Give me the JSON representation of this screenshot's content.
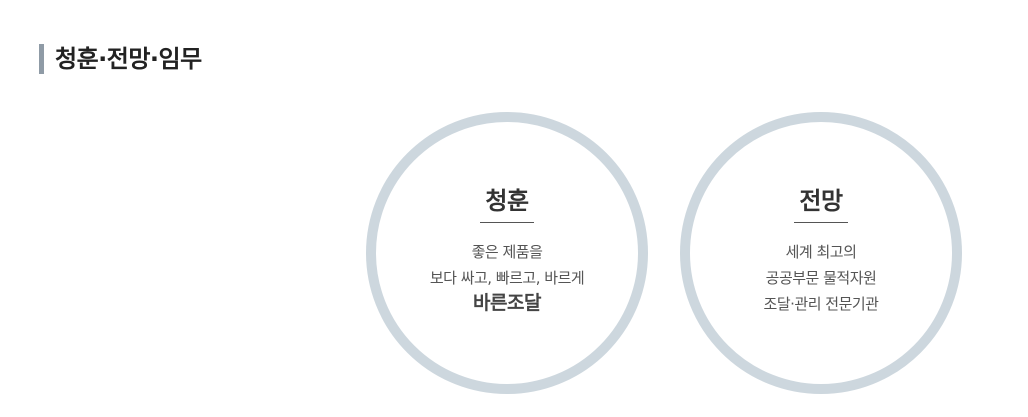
{
  "section": {
    "title": "청훈·전망·임무"
  },
  "circles": [
    {
      "heading": "청훈",
      "lines": [
        "좋은 제품을",
        "보다 싸고, 빠르고, 바르게"
      ],
      "emphasis": "바른조달"
    },
    {
      "heading": "전망",
      "lines": [
        "세계 최고의",
        "공공부문 물적자원",
        "조달·관리 전문기관"
      ]
    }
  ],
  "colors": {
    "circle_border": "#cdd7de",
    "title_bar": "#8f9ba6"
  }
}
